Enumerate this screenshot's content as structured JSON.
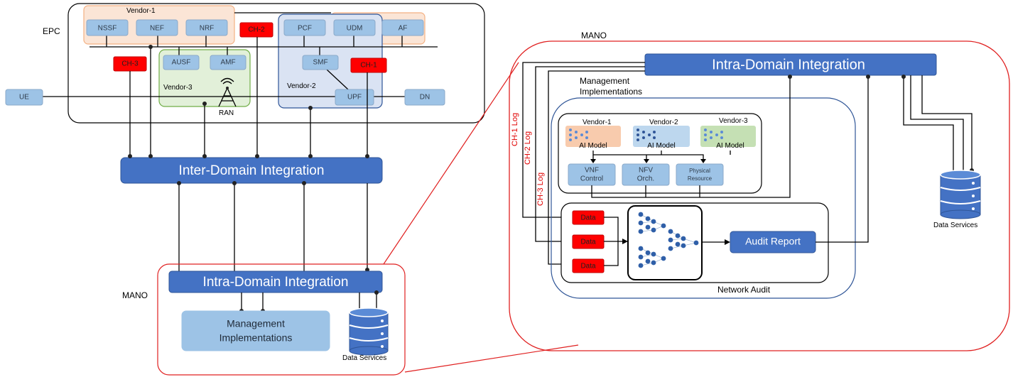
{
  "epc": {
    "title": "EPC",
    "vendor1": "Vendor-1",
    "vendor2": "Vendor-2",
    "vendor3": "Vendor-3",
    "nfs": {
      "nssf": "NSSF",
      "nef": "NEF",
      "nrf": "NRF",
      "pcf": "PCF",
      "udm": "UDM",
      "af": "AF",
      "ausf": "AUSF",
      "amf": "AMF",
      "smf": "SMF",
      "upf": "UPF"
    },
    "ue": "UE",
    "dn": "DN",
    "ran": "RAN",
    "channels": {
      "ch1": "CH-1",
      "ch2": "CH-2",
      "ch3": "CH-3"
    }
  },
  "inter_domain": "Inter-Domain Integration",
  "mano_small": {
    "title": "MANO",
    "intra": "Intra-Domain Integration",
    "mgmt": "Management Implementations",
    "data_services": "Data Services"
  },
  "mano_big": {
    "title": "MANO",
    "intra": "Intra-Domain Integration",
    "mgmt_line1": "Management",
    "mgmt_line2": "Implementations",
    "vendors": [
      "Vendor-1",
      "Vendor-2",
      "Vendor-3"
    ],
    "ai_model": "AI Model",
    "vnf_line1": "VNF",
    "vnf_line2": "Control",
    "nfv_line1": "NFV",
    "nfv_line2": "Orch.",
    "phys_line1": "Physical",
    "phys_line2": "Resource",
    "logs": [
      "CH-1 Log",
      "CH-2 Log",
      "CH-3 Log"
    ],
    "data": "Data",
    "audit_report": "Audit Report",
    "network_audit": "Network Audit",
    "data_services": "Data Services"
  },
  "colors": {
    "block": "#9dc3e6",
    "channel": "#ff0000",
    "integration": "#4472c4",
    "vendor1_fill": "#fbe5d6",
    "vendor2_fill": "#dae3f3",
    "vendor3_fill": "#e2f0d9",
    "mano_border": "#e02020"
  }
}
